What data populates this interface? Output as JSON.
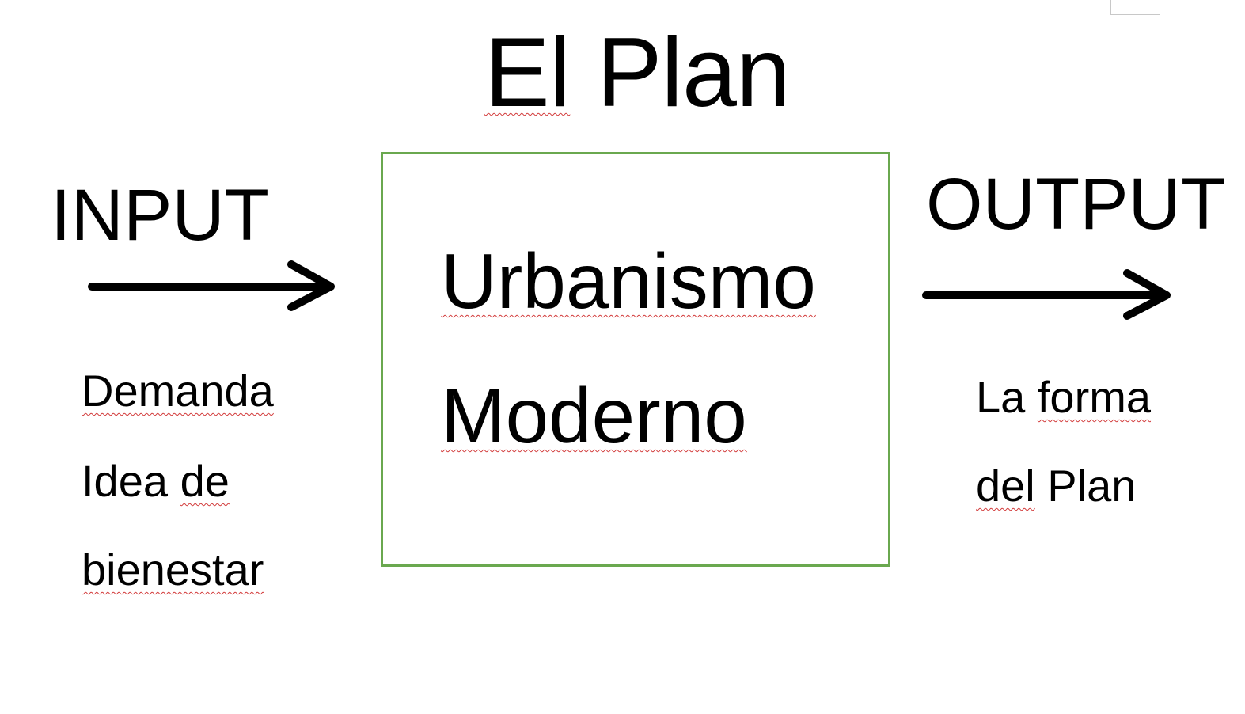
{
  "diagram": {
    "title": "El Plan",
    "input": {
      "label": "INPUT",
      "items": [
        "Demanda",
        "Idea de",
        "bienestar"
      ]
    },
    "process": {
      "lines": [
        "Urbanismo",
        "Moderno"
      ]
    },
    "output": {
      "label": "OUTPUT",
      "items": [
        "La forma",
        "del Plan"
      ]
    },
    "colors": {
      "box_border": "#6aa84f",
      "spellcheck_underline": "#d23a3a",
      "text": "#000000"
    },
    "icons": {
      "input_arrow": "arrow-right-icon",
      "output_arrow": "arrow-right-icon"
    }
  }
}
